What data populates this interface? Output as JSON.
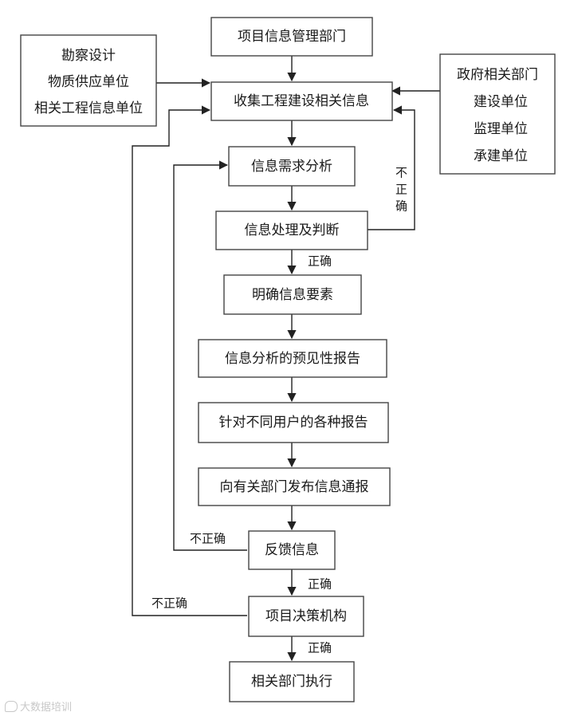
{
  "nodes": {
    "project_info_dept": "项目信息管理部门",
    "left_sources": [
      "勘察设计",
      "物质供应单位",
      "相关工程信息单位"
    ],
    "right_sources": [
      "政府相关部门",
      "建设单位",
      "监理单位",
      "承建单位"
    ],
    "collect_info": "收集工程建设相关信息",
    "demand_analysis": "信息需求分析",
    "processing": "信息处理及判断",
    "define_elements": "明确信息要素",
    "forecast_report": "信息分析的预见性报告",
    "user_reports": "针对不同用户的各种报告",
    "publish_notice": "向有关部门发布信息通报",
    "feedback": "反馈信息",
    "decision_body": "项目决策机构",
    "execute": "相关部门执行"
  },
  "edge_labels": {
    "correct": "正确",
    "incorrect": "不正确",
    "incorrect_vertical": [
      "不",
      "正",
      "确"
    ]
  },
  "watermark": "大数据培训"
}
